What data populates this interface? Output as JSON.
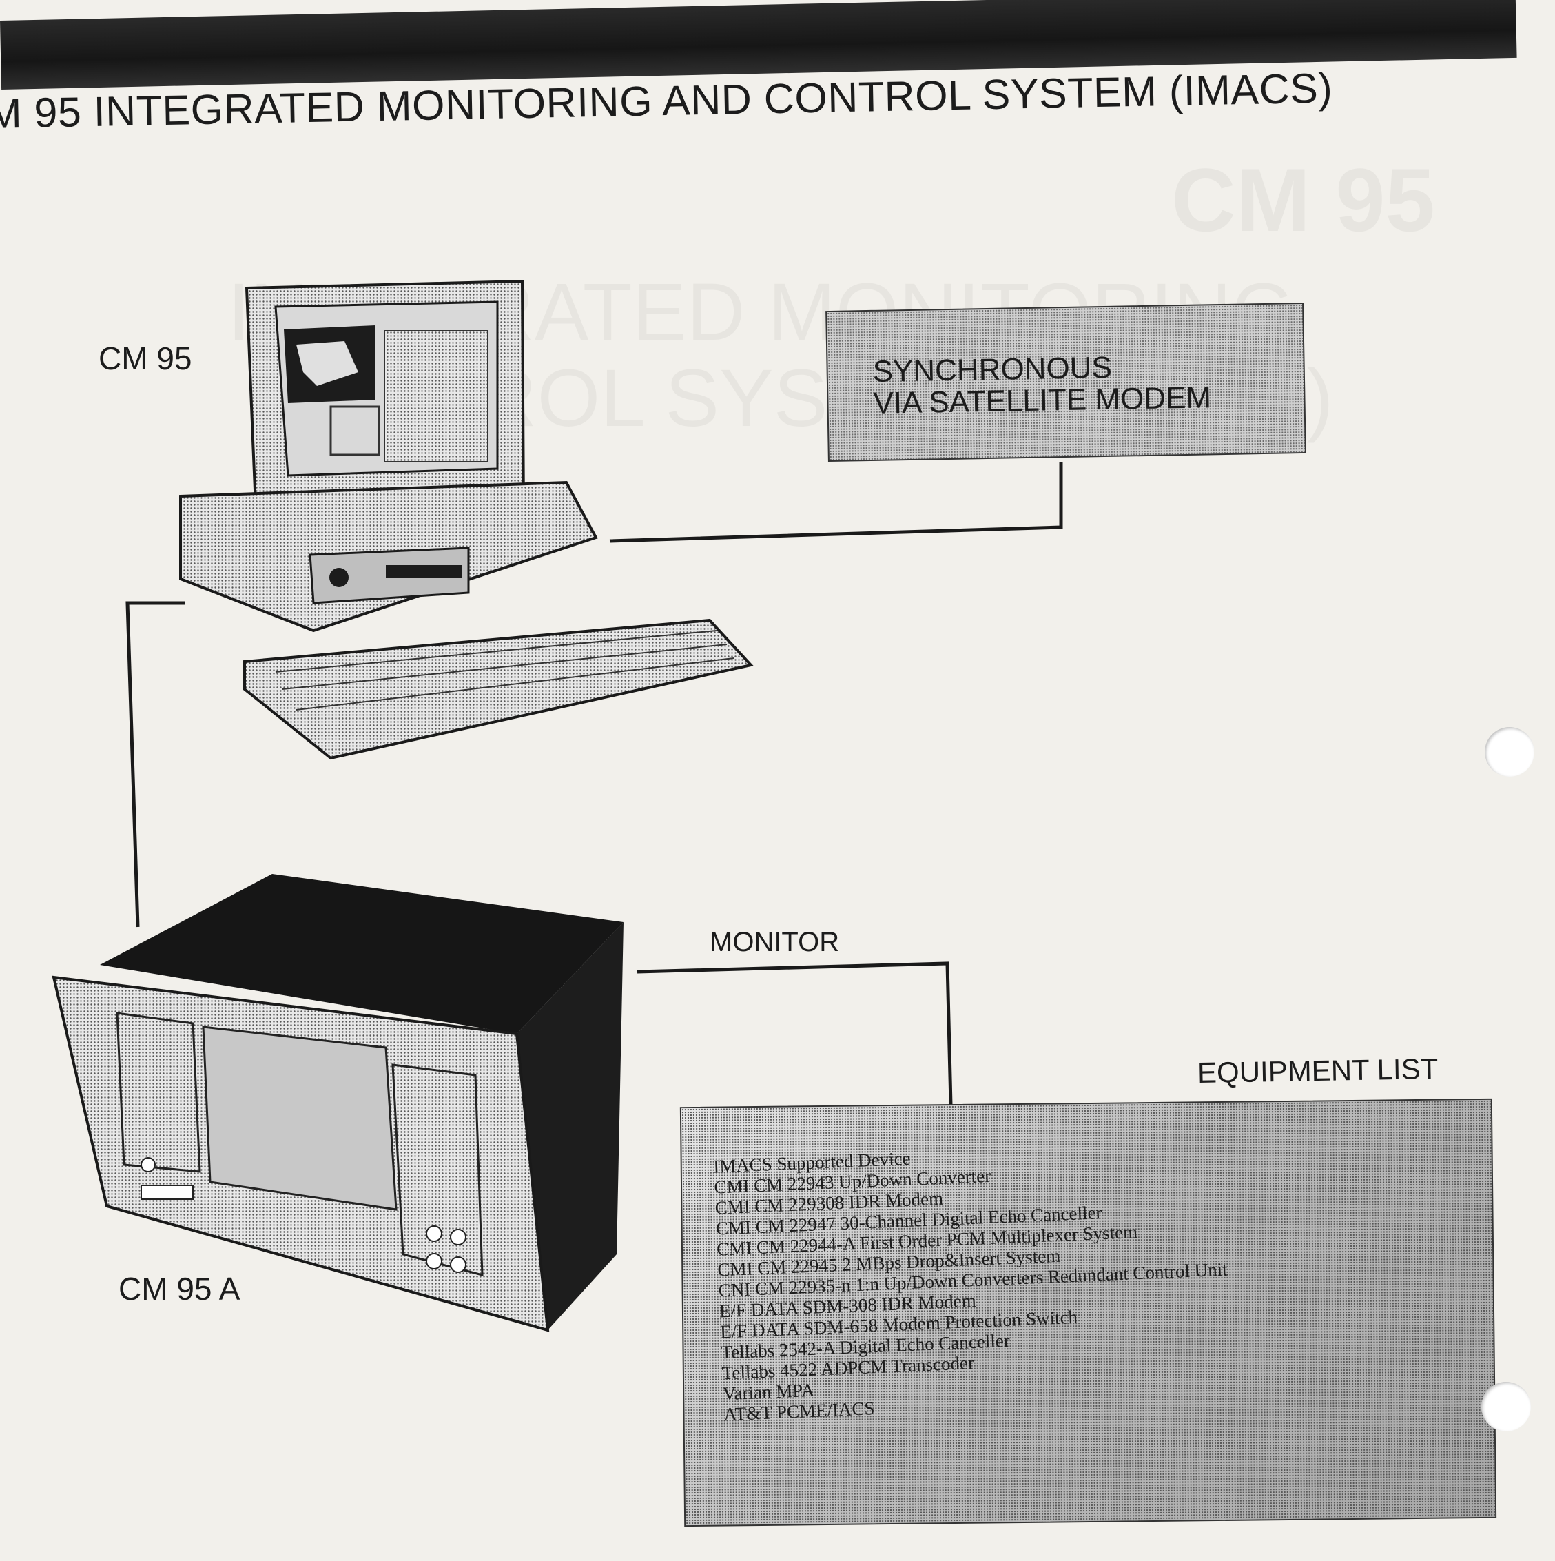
{
  "header": {
    "title": "M 95 INTEGRATED MONITORING AND CONTROL SYSTEM (IMACS)"
  },
  "background_text": {
    "line1": "CM 95",
    "line2": "INTEGRATED MONITORING",
    "line3": "CONTROL SYSTEM (IMACS)"
  },
  "diagram": {
    "workstation_label": "CM 95",
    "unit_label": "CM 95 A",
    "sync_box": {
      "line1": "SYNCHRONOUS",
      "line2": "VIA SATELLITE MODEM"
    },
    "monitor_label": "MONITOR",
    "equipment_list": {
      "heading": "EQUIPMENT LIST",
      "items": [
        "IMACS Supported Device",
        "CMI CM 22943 Up/Down Converter",
        "CMI CM 229308 IDR Modem",
        "CMI CM 22947 30-Channel Digital Echo Canceller",
        "CMI CM 22944-A First Order PCM Multiplexer System",
        "CMI CM 22945 2 MBps Drop&Insert System",
        "CNI CM 22935-n 1:n Up/Down Converters Redundant Control Unit",
        "E/F DATA SDM-308 IDR Modem",
        "E/F DATA SDM-658 Modem Protection Switch",
        "Tellabs 2542-A Digital Echo Canceller",
        "Tellabs 4522 ADPCM Transcoder",
        "Varian MPA",
        "AT&T PCME/IACS"
      ]
    }
  }
}
